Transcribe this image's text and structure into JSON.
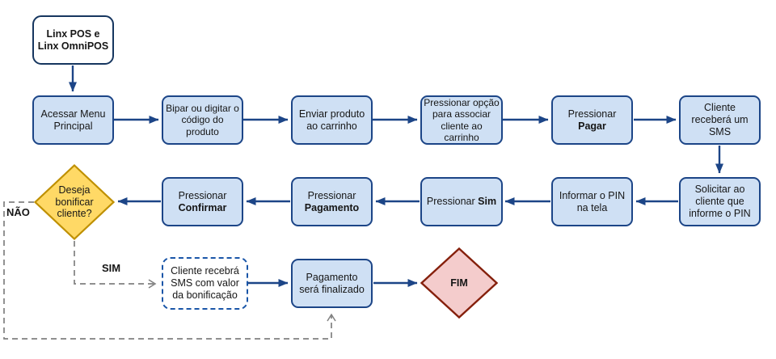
{
  "diagram": {
    "type": "flowchart",
    "language": "pt-BR",
    "colors": {
      "process_fill": "#cfe0f4",
      "process_border": "#1c4587",
      "start_fill": "#ffffff",
      "start_border": "#16365f",
      "decision_fill": "#ffd966",
      "decision_border": "#bf9000",
      "end_fill": "#f4cccc",
      "end_border": "#85200c",
      "solid_connector": "#1c4587",
      "dashed_connector": "#808080",
      "dashed_box_border": "#1a56a8"
    },
    "nodes": {
      "start": {
        "bold_a": "Linx POS",
        "mid": " e ",
        "bold_b": "Linx OmniPOS"
      },
      "acessar_menu": {
        "label": "Acessar Menu Principal"
      },
      "bipar_codigo": {
        "label": "Bipar ou digitar o código do produto"
      },
      "enviar_carrinho": {
        "label": "Enviar produto ao carrinho"
      },
      "associar_cliente": {
        "label": "Pressionar opção para associar cliente ao carrinho"
      },
      "pagar": {
        "line1": "Pressionar",
        "line2": "Pagar"
      },
      "cliente_sms": {
        "label": "Cliente receberá um SMS"
      },
      "solicitar_pin": {
        "label": "Solicitar ao cliente que informe o PIN"
      },
      "informar_pin": {
        "label": "Informar o PIN na tela"
      },
      "pressionar_sim": {
        "prefix": "Pressionar",
        "bold": "Sim"
      },
      "pressionar_pagamento": {
        "line1": "Pressionar",
        "line2": "Pagamento"
      },
      "pressionar_confirmar": {
        "line1": "Pressionar",
        "line2": "Confirmar"
      },
      "decisao_bonificar": {
        "label": "Deseja bonificar cliente?"
      },
      "sms_bonificacao": {
        "label": "Cliente recebrá SMS com valor da bonificação"
      },
      "pagamento_finalizado": {
        "label": "Pagamento será finalizado"
      },
      "fim": {
        "label": "FIM"
      }
    },
    "edge_labels": {
      "nao": "NÃO",
      "sim": "SIM"
    }
  }
}
